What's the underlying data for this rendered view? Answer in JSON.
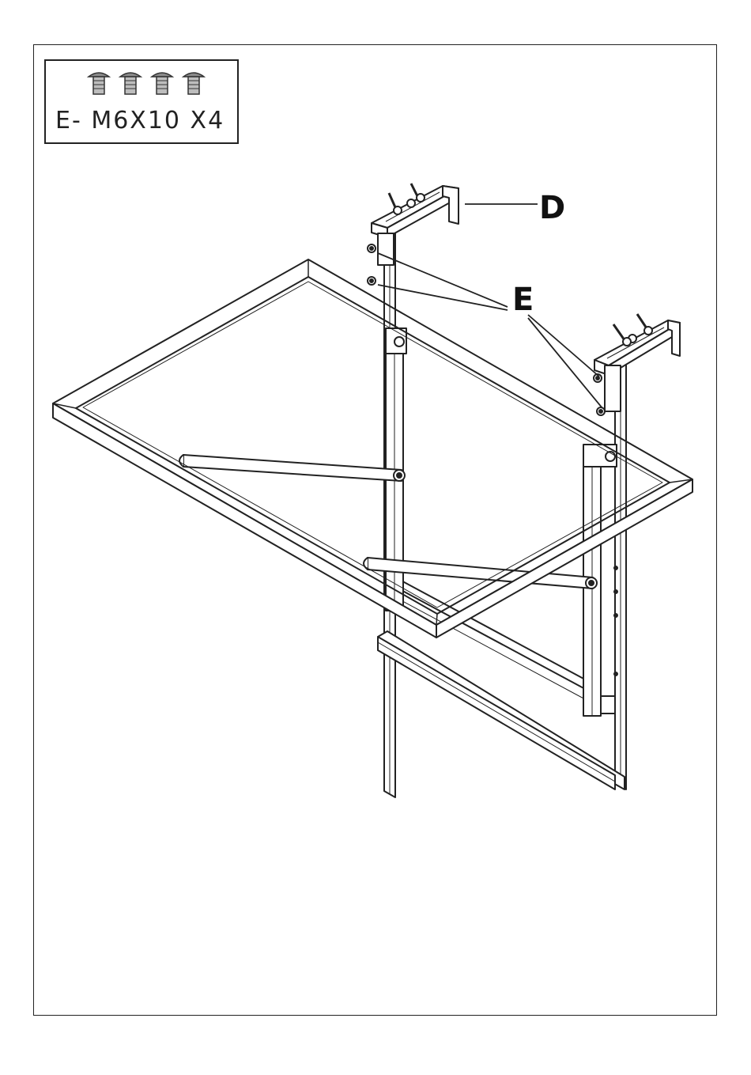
{
  "parts_box": {
    "label": "E- M6X10 X4",
    "icon": "screw-icon",
    "screw_count": 4
  },
  "callouts": {
    "d": "D",
    "e": "E"
  },
  "colors": {
    "line": "#222222",
    "fill": "#ffffff",
    "shade": "#bdbdbd"
  }
}
